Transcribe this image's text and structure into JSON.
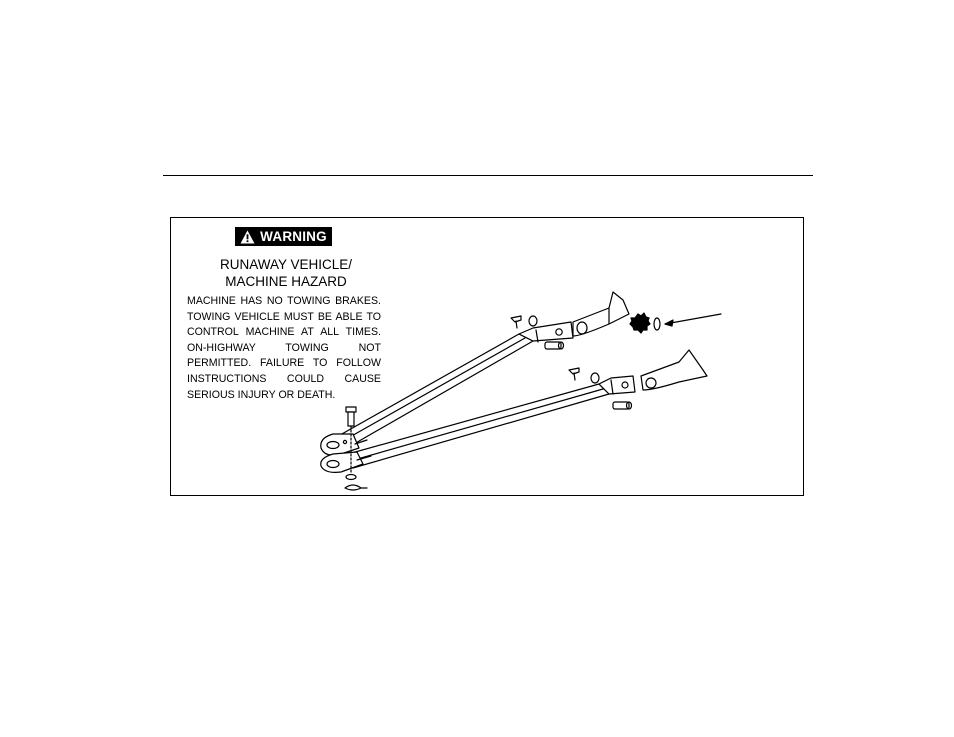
{
  "warning_box": {
    "badge_label": "WARNING",
    "badge_icon": "warning-triangle-icon",
    "title_line1": "RUNAWAY VEHICLE/",
    "title_line2": "MACHINE HAZARD",
    "body": "MACHINE HAS NO TOWING BRAKES. TOWING VEHICLE MUST BE ABLE TO CONTROL MACHINE AT ALL TIMES. ON-HIGHWAY TOWING NOT PERMITTED. FAILURE TO FOLLOW INSTRUCTIONS COULD CAUSE SERIOUS INJURY OR DEATH."
  },
  "colors": {
    "ink": "#000000",
    "paper": "#ffffff"
  }
}
